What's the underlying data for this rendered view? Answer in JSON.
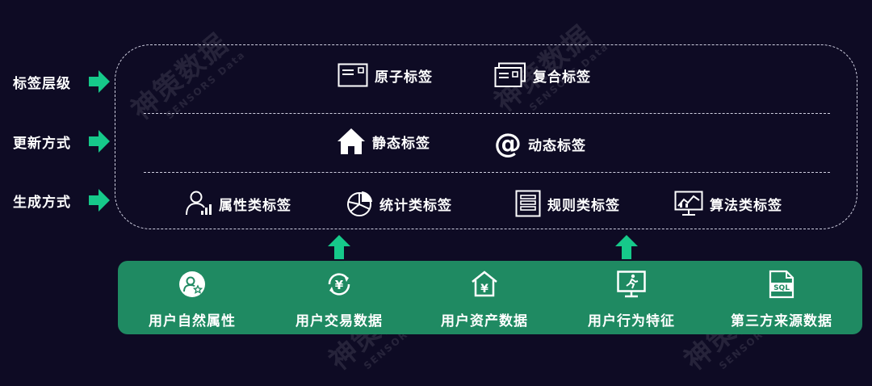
{
  "levels": [
    {
      "label": "标签层级"
    },
    {
      "label": "更新方式"
    },
    {
      "label": "生成方式"
    }
  ],
  "tags": {
    "atomic": "原子标签",
    "composite": "复合标签",
    "static": "静态标签",
    "dynamic": "动态标签",
    "attribute": "属性类标签",
    "statistics": "统计类标签",
    "rule": "规则类标签",
    "algorithm": "算法类标签"
  },
  "sources": [
    {
      "label": "用户自然属性",
      "icon": "user-star-icon"
    },
    {
      "label": "用户交易数据",
      "icon": "yen-cycle-icon"
    },
    {
      "label": "用户资产数据",
      "icon": "house-yen-icon"
    },
    {
      "label": "用户行为特征",
      "icon": "monitor-walk-icon"
    },
    {
      "label": "第三方来源数据",
      "icon": "sql-file-icon"
    }
  ],
  "watermark": {
    "name": "神策数据",
    "sub": "SENSORS Data"
  },
  "colors": {
    "background": "#0e0b24",
    "accent": "#16c98a",
    "bar": "#1f8a62",
    "text": "#ffffff"
  }
}
